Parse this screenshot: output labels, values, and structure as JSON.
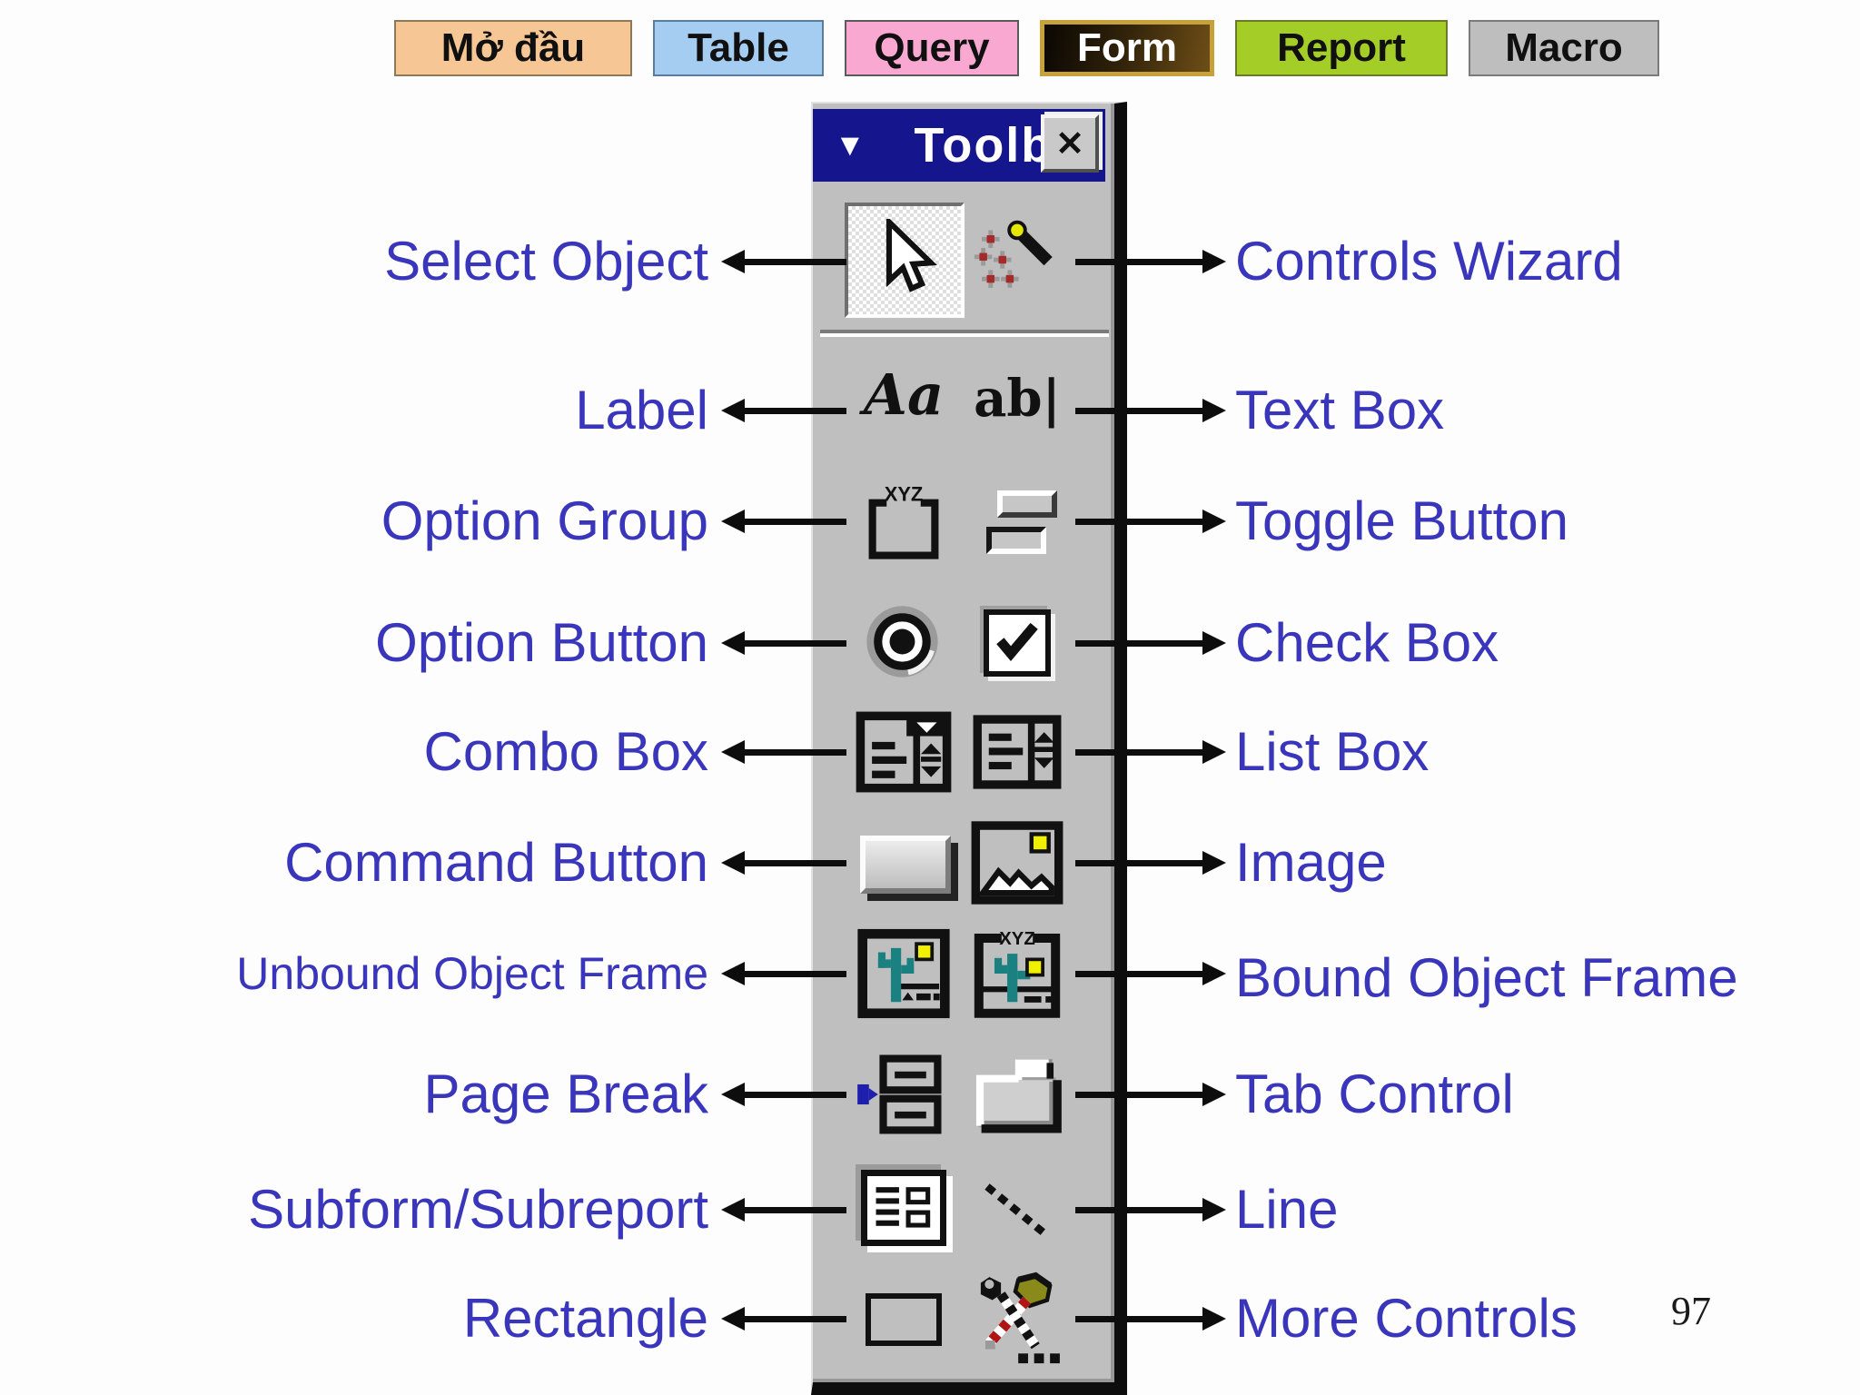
{
  "tabs": [
    {
      "label": "Mở đầu",
      "bg": "#F6C794",
      "selected": false
    },
    {
      "label": "Table",
      "bg": "#A5CDF2",
      "selected": false
    },
    {
      "label": "Query",
      "bg": "#F9A9D1",
      "selected": false
    },
    {
      "label": "Form",
      "bg": "#33240A",
      "text_color": "#FFFFFF",
      "border": "#C7A23B",
      "selected": true
    },
    {
      "label": "Report",
      "bg": "#A4CD28",
      "selected": false
    },
    {
      "label": "Macro",
      "bg": "#BEBEBE",
      "selected": false
    }
  ],
  "toolbox": {
    "title": "Toolb",
    "dropdown_icon": "▼",
    "close_icon": "✕",
    "titlebar_color": "#15158E",
    "panel_color": "#BFBFBF"
  },
  "rows": [
    {
      "left": "Select Object",
      "right": "Controls Wizard"
    },
    {
      "left": "Label",
      "right": "Text Box"
    },
    {
      "left": "Option Group",
      "right": "Toggle Button"
    },
    {
      "left": "Option Button",
      "right": "Check Box"
    },
    {
      "left": "Combo Box",
      "right": "List Box"
    },
    {
      "left": "Command Button",
      "right": "Image"
    },
    {
      "left": "Unbound Object Frame",
      "right": "Bound Object Frame"
    },
    {
      "left": "Page Break",
      "right": "Tab Control"
    },
    {
      "left": "Subform/Subreport",
      "right": "Line"
    },
    {
      "left": "Rectangle",
      "right": "More Controls"
    }
  ],
  "icons": {
    "label_glyph": "Aa",
    "textbox_glyph": "ab|",
    "option_group_text": "XYZ",
    "bound_frame_text": "XYZ"
  },
  "colors": {
    "label_text": "#3A36BC",
    "arrow": "#0D0D0D",
    "wand_tip_yellow": "#E6E600",
    "sun_yellow": "#F0F000",
    "cactus_teal": "#1B8080",
    "page_break_blue": "#1F1FAE"
  },
  "page_number": "97"
}
